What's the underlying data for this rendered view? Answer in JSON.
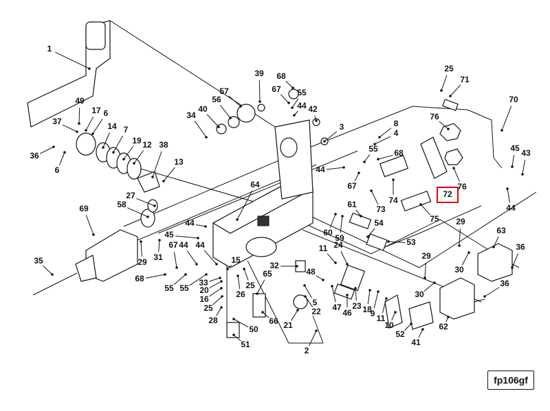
{
  "callouts": [
    "1",
    "49",
    "17",
    "6",
    "37",
    "14",
    "7",
    "19",
    "12",
    "38",
    "13",
    "36",
    "6",
    "27",
    "58",
    "69",
    "29",
    "31",
    "35",
    "45",
    "44",
    "67",
    "44",
    "44",
    "68",
    "55",
    "55",
    "33",
    "20",
    "16",
    "25",
    "28",
    "15",
    "25",
    "26",
    "65",
    "66",
    "50",
    "51",
    "39",
    "57",
    "56",
    "40",
    "34",
    "68",
    "67",
    "55",
    "44",
    "42",
    "3",
    "64",
    "8",
    "4",
    "55",
    "68",
    "44",
    "67",
    "73",
    "74",
    "76",
    "76",
    "72",
    "75",
    "25",
    "71",
    "70",
    "45",
    "43",
    "44",
    "61",
    "54",
    "53",
    "60",
    "59",
    "24",
    "11",
    "32",
    "48",
    "5",
    "22",
    "21",
    "2",
    "47",
    "46",
    "23",
    "18",
    "9",
    "11",
    "10",
    "52",
    "41",
    "29",
    "63",
    "36",
    "30",
    "29",
    "30",
    "36",
    "62"
  ],
  "highlighted_callout": "72",
  "highlight_color": "#e00000",
  "figure_id": "fp106gf"
}
